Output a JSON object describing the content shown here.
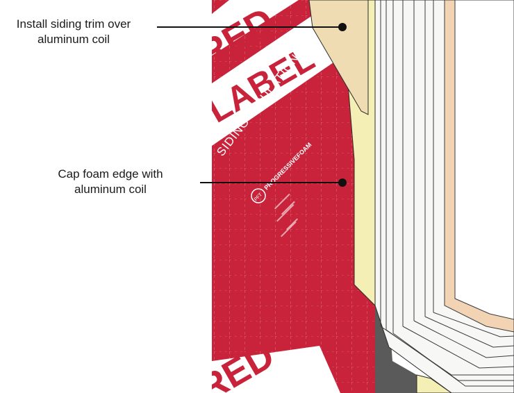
{
  "callouts": [
    {
      "line1": "Install siding trim over",
      "line2": "aluminum coil"
    },
    {
      "line1": "Cap foam edge with",
      "line2": "aluminum coil"
    }
  ],
  "panel": {
    "brand_top": "RED",
    "brand_main": "LABEL",
    "product": "SIDING INSULATION",
    "logo_mark": "PFT",
    "logo_text": "PROGRESSIVEFOAM",
    "brand_bottom": "RED"
  },
  "colors": {
    "foam_red": "#c8233a",
    "coil": "#f4efb4",
    "trim": "#efdcb3",
    "window": "#f7f7f5",
    "gasket": "#5a5a5a",
    "interior_wood": "#f2d4b4"
  }
}
